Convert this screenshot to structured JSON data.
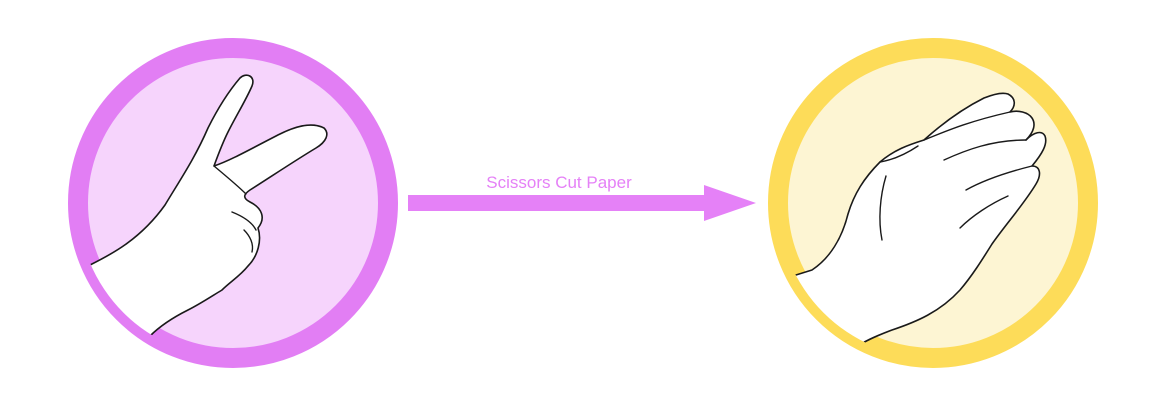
{
  "arrow": {
    "label": "Scissors Cut Paper",
    "color": "#e581f7"
  },
  "left": {
    "name": "scissors",
    "icon": "scissors-hand-icon",
    "ring_color": "#e27ef4",
    "fill_color": "#f6d4fc"
  },
  "right": {
    "name": "paper",
    "icon": "paper-hand-icon",
    "ring_color": "#fddc59",
    "fill_color": "#fdf5d3"
  },
  "hand": {
    "fill_color": "#ffffff",
    "stroke_color": "#1a1a1a"
  }
}
